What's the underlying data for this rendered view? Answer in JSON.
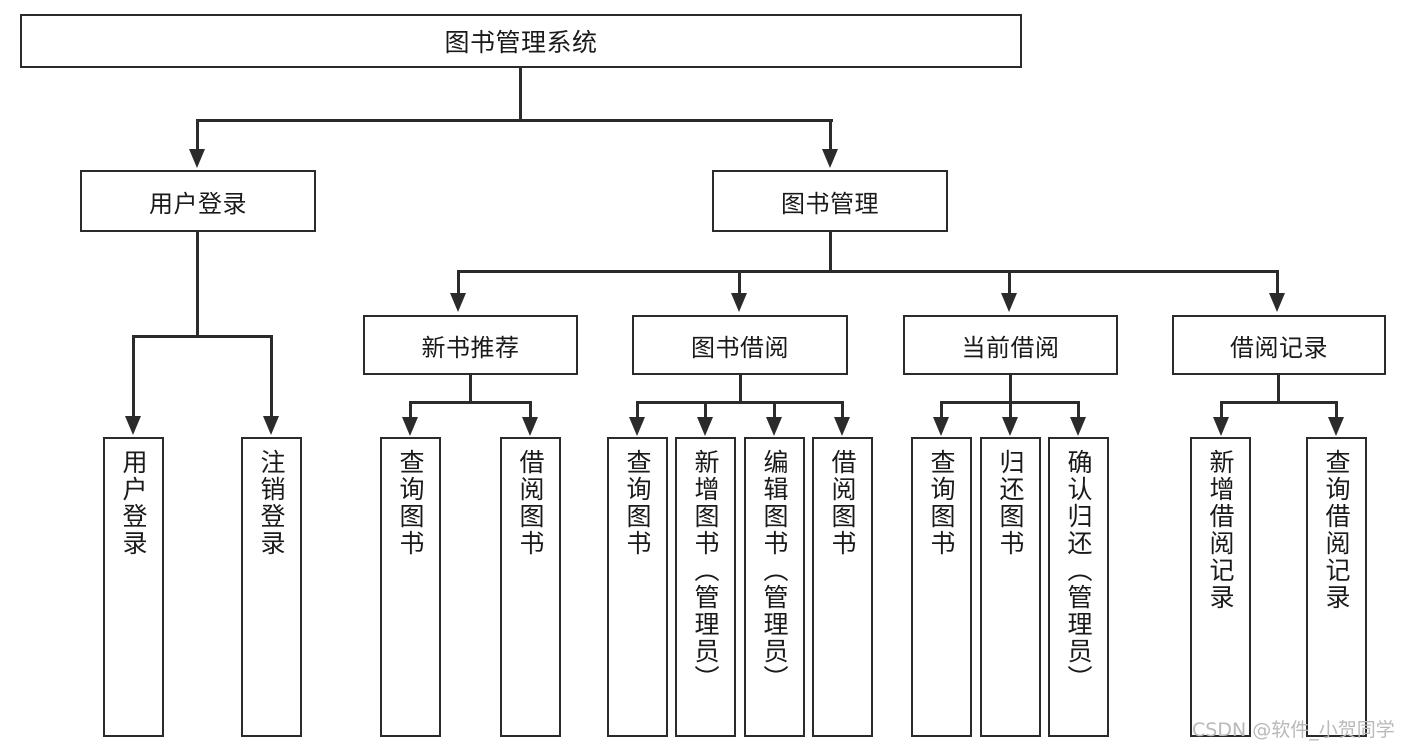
{
  "diagram": {
    "title": "图书管理系统",
    "type": "tree-functional-structure-chart",
    "root": {
      "label": "图书管理系统"
    },
    "level1": [
      {
        "label": "用户登录"
      },
      {
        "label": "图书管理"
      }
    ],
    "level2": [
      {
        "label": "新书推荐"
      },
      {
        "label": "图书借阅"
      },
      {
        "label": "当前借阅"
      },
      {
        "label": "借阅记录"
      }
    ],
    "leaves": {
      "user_login": [
        {
          "label": "用户登录"
        },
        {
          "label": "注销登录"
        }
      ],
      "new_book_recommend": [
        {
          "label": "查询图书"
        },
        {
          "label": "借阅图书"
        }
      ],
      "book_borrow": [
        {
          "label": "查询图书"
        },
        {
          "label": "新增图书（管理员）"
        },
        {
          "label": "编辑图书（管理员）"
        },
        {
          "label": "借阅图书"
        }
      ],
      "current_borrow": [
        {
          "label": "查询图书"
        },
        {
          "label": "归还图书"
        },
        {
          "label": "确认归还（管理员）"
        }
      ],
      "borrow_record": [
        {
          "label": "新增借阅记录"
        },
        {
          "label": "查询借阅记录"
        }
      ]
    }
  },
  "watermark": {
    "text": "CSDN @软件_小贺同学"
  },
  "colors": {
    "stroke": "#2b2b2b",
    "text": "#1a1a1a",
    "background": "#ffffff",
    "watermark": "#b9b9b9"
  }
}
